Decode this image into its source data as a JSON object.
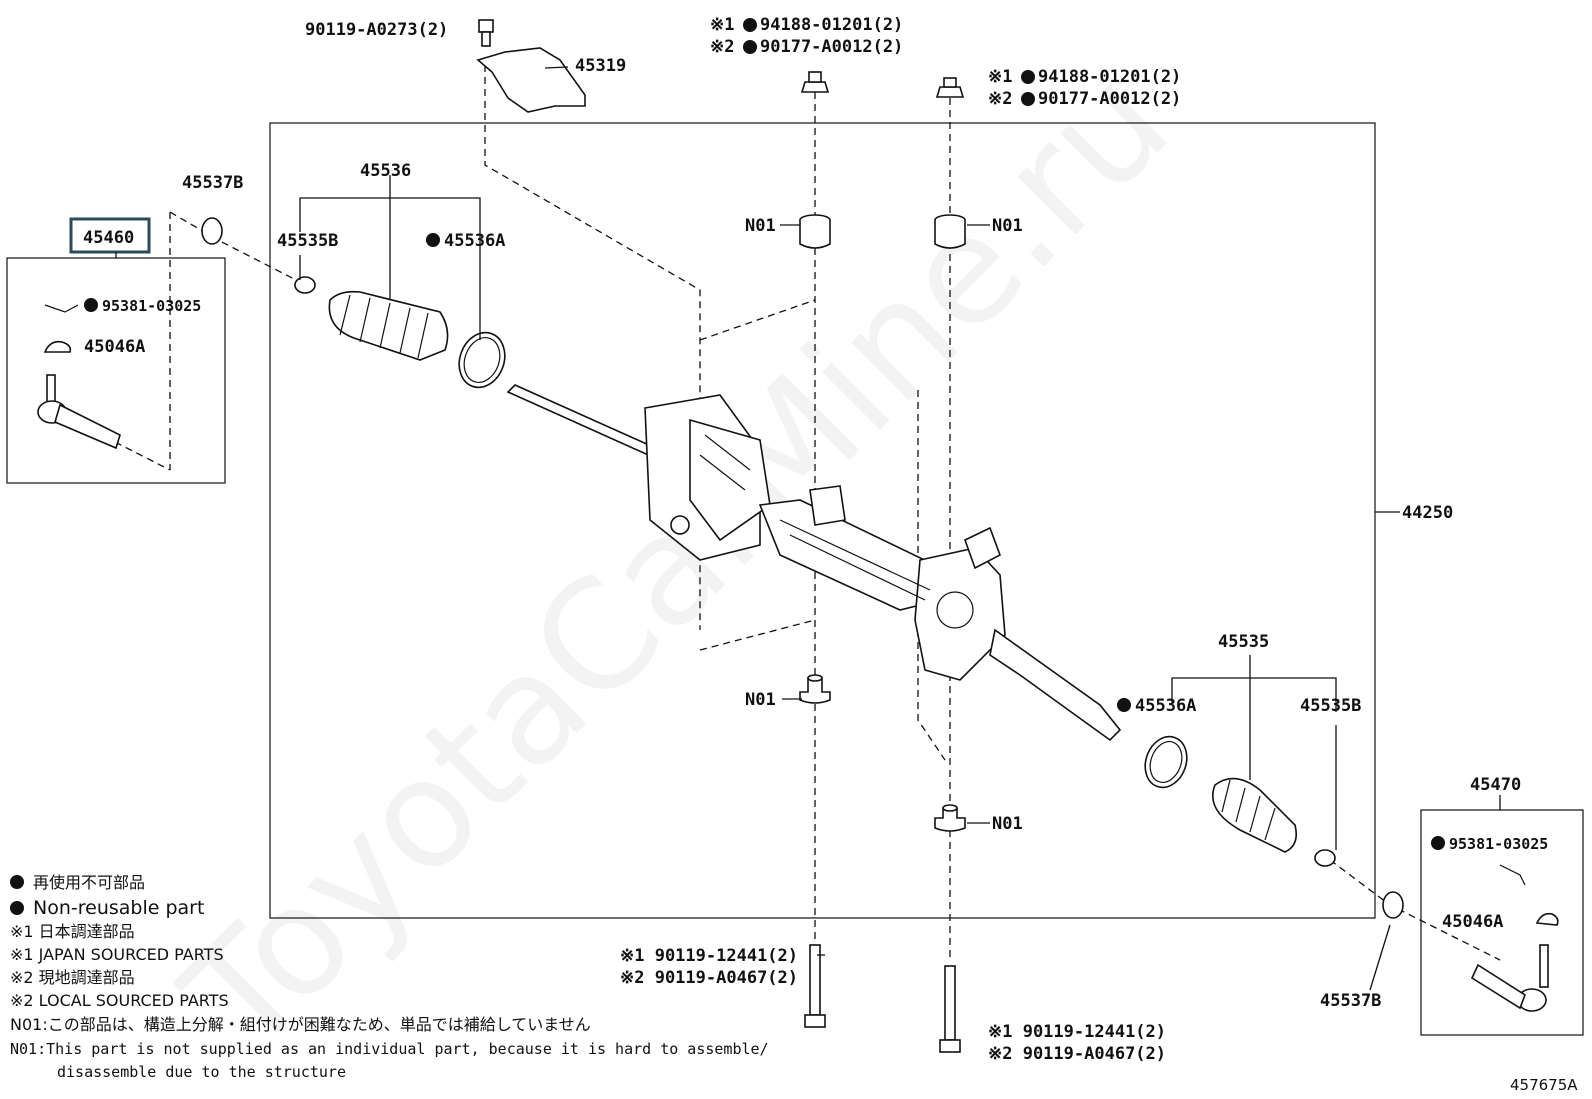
{
  "callouts": {
    "p45460": "45460",
    "p45319": "45319",
    "p90119_a0273": "90119-A0273(2)",
    "p45537b_left": "45537B",
    "p45536": "45536",
    "p45535b_left": "45535B",
    "p45536a_left": "45536A",
    "p95381_left": "95381-03025",
    "p45046a_left": "45046A",
    "top_mid_1": "※1",
    "top_mid_1_part": "94188-01201(2)",
    "top_mid_2": "※2",
    "top_mid_2_part": "90177-A0012(2)",
    "top_right_1": "※1",
    "top_right_1_part": "94188-01201(2)",
    "top_right_2": "※2",
    "top_right_2_part": "90177-A0012(2)",
    "n01_a": "N01",
    "n01_b": "N01",
    "n01_c": "N01",
    "n01_d": "N01",
    "p44250": "44250",
    "p45535": "45535",
    "p45536a_right": "45536A",
    "p45535b_right": "45535B",
    "p45470": "45470",
    "p95381_right": "95381-03025",
    "p45046a_right": "45046A",
    "p45537b_right": "45537B",
    "bolt_left_1": "※1 90119-12441(2)",
    "bolt_left_2": "※2 90119-A0467(2)",
    "bolt_right_1": "※1 90119-12441(2)",
    "bolt_right_2": "※2 90119-A0467(2)"
  },
  "legend": {
    "non_reusable_jp": "再使用不可部品",
    "non_reusable_en": "Non-reusable part",
    "mark1_jp": "※1 日本調達部品",
    "mark1_en": "※1 JAPAN SOURCED PARTS",
    "mark2_jp": "※2 現地調達部品",
    "mark2_en": "※2 LOCAL SOURCED PARTS",
    "n01_jp": "N01:この部品は、構造上分解・組付けが困難なため、単品では補給していません",
    "n01_en_1": "N01:This part is not supplied as an individual part, because it is hard to assemble/",
    "n01_en_2": "disassemble due to the structure"
  },
  "figure_id": "457675A",
  "watermark": "ToyotaCarMine.ru",
  "colors": {
    "highlight_box": "#2b4a5c",
    "ink": "#111111"
  }
}
